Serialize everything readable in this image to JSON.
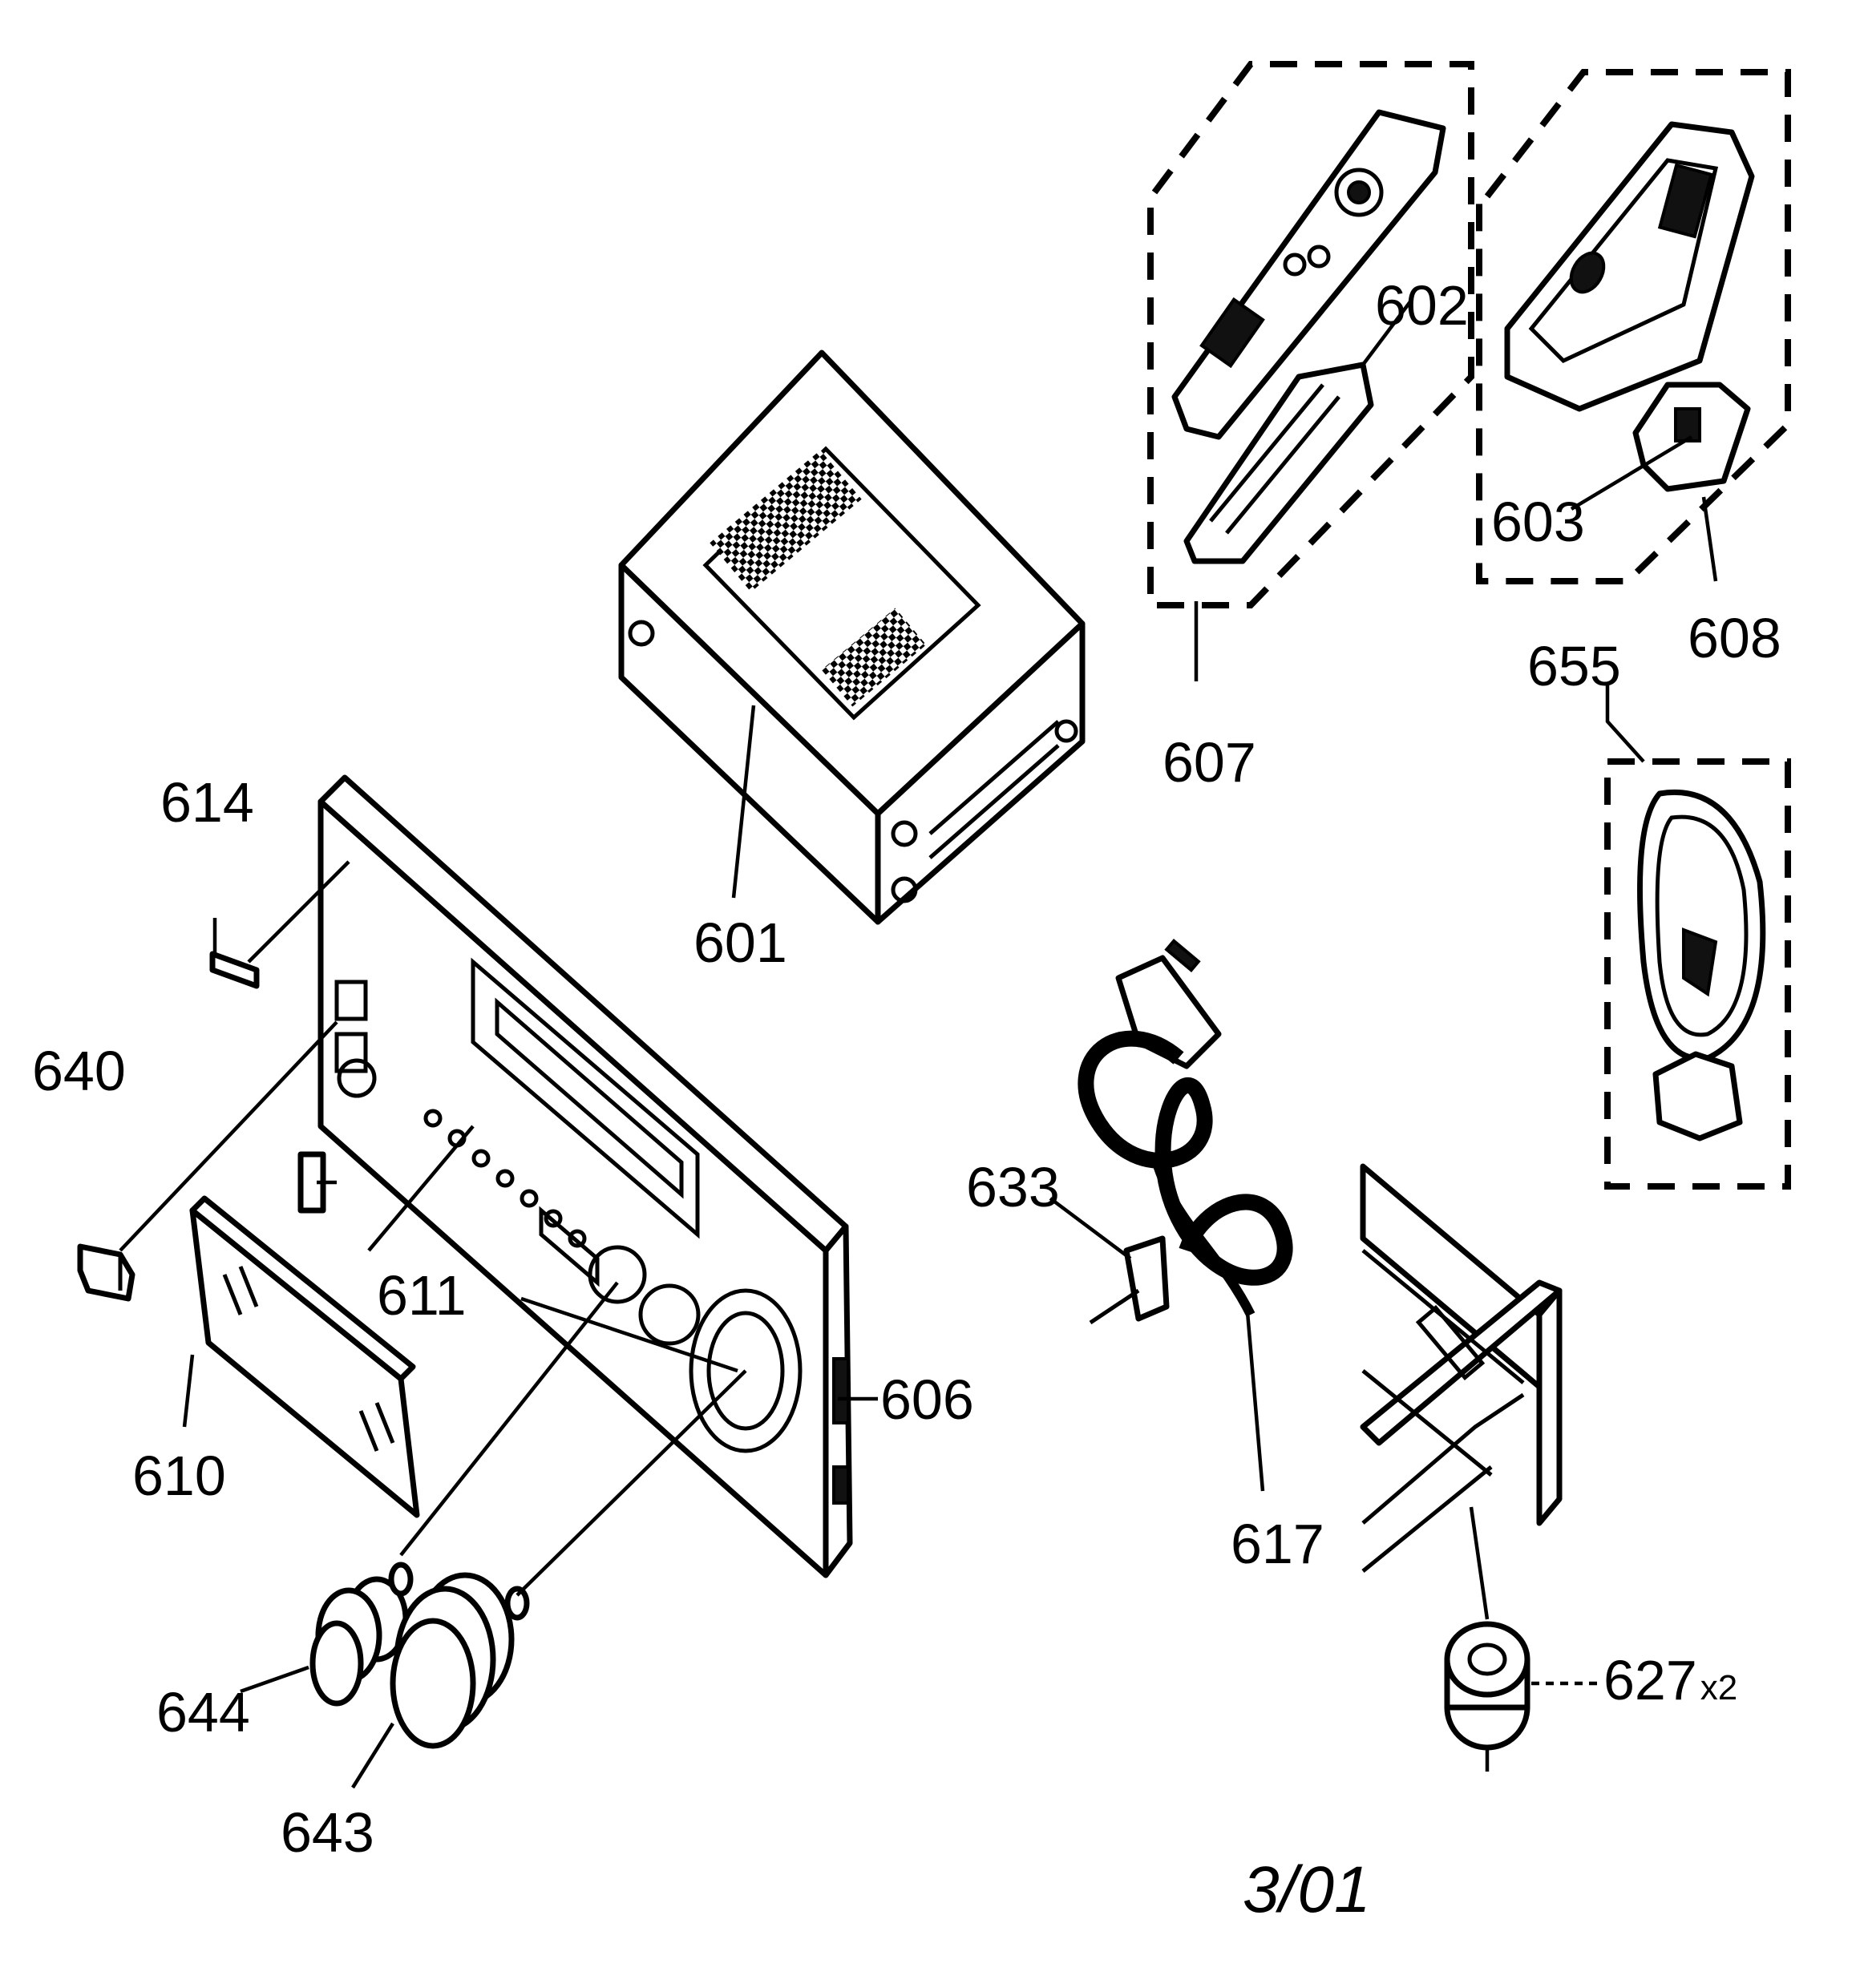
{
  "labels": {
    "p601": "601",
    "p602": "602",
    "p603": "603",
    "p606": "606",
    "p607": "607",
    "p608": "608",
    "p610": "610",
    "p611": "611",
    "p614": "614",
    "p617": "617",
    "p627": "627",
    "p627_qty": "x2",
    "p633": "633",
    "p640": "640",
    "p643": "643",
    "p644": "644",
    "p655": "655"
  },
  "date": "3/01"
}
